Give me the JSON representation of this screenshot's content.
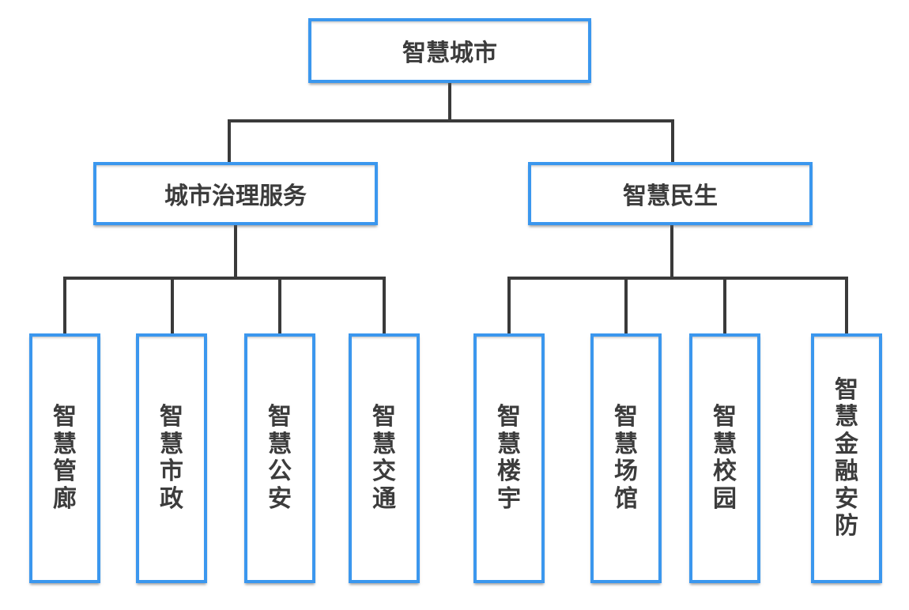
{
  "diagram": {
    "type": "org-tree",
    "root": {
      "label": "智慧城市"
    },
    "branches": [
      {
        "label": "城市治理服务",
        "children": [
          {
            "label": "智慧管廊"
          },
          {
            "label": "智慧市政"
          },
          {
            "label": "智慧公安"
          },
          {
            "label": "智慧交通"
          }
        ]
      },
      {
        "label": "智慧民生",
        "children": [
          {
            "label": "智慧楼宇"
          },
          {
            "label": "智慧场馆"
          },
          {
            "label": "智慧校园"
          },
          {
            "label": "智慧金融安防"
          }
        ]
      }
    ],
    "colors": {
      "box_border": "#3b97ee",
      "connector": "#3a3a3a",
      "text": "#3c3c3c",
      "background": "#ffffff"
    }
  }
}
